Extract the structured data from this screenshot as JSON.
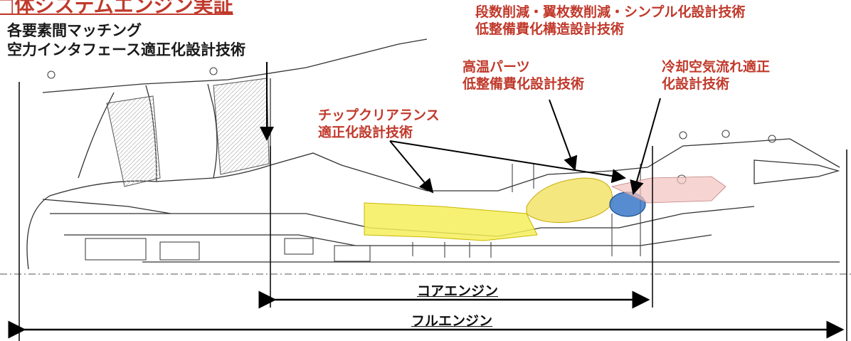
{
  "title_fragment": "□体システムエンジン実証",
  "annotations": {
    "left_line1": "各要素間マッチング",
    "left_line2": "空力インタフェース適正化設計技術",
    "top_right_line1": "段数削減・翼枚数削減・シンプル化設計技術",
    "top_right_line2": "低整備費化構造設計技術",
    "hot_parts_line1": "高温パーツ",
    "hot_parts_line2": "低整備費化設計技術",
    "cooling_line1": "冷却空気流れ適正",
    "cooling_line2": "化設計技術",
    "tip_clearance_line1": "チップクリアランス",
    "tip_clearance_line2": "適正化設計技術"
  },
  "dimensions": {
    "core_engine": "コアエンジン",
    "full_engine": "フルエンジン"
  },
  "colors": {
    "annotation_red": "#c0392b",
    "compressor_yellow": "#f4ee5a",
    "combustor_yellow": "#f2e36a",
    "cooling_blue": "#3b78c8",
    "turbine_pink": "#f2c2bd"
  }
}
